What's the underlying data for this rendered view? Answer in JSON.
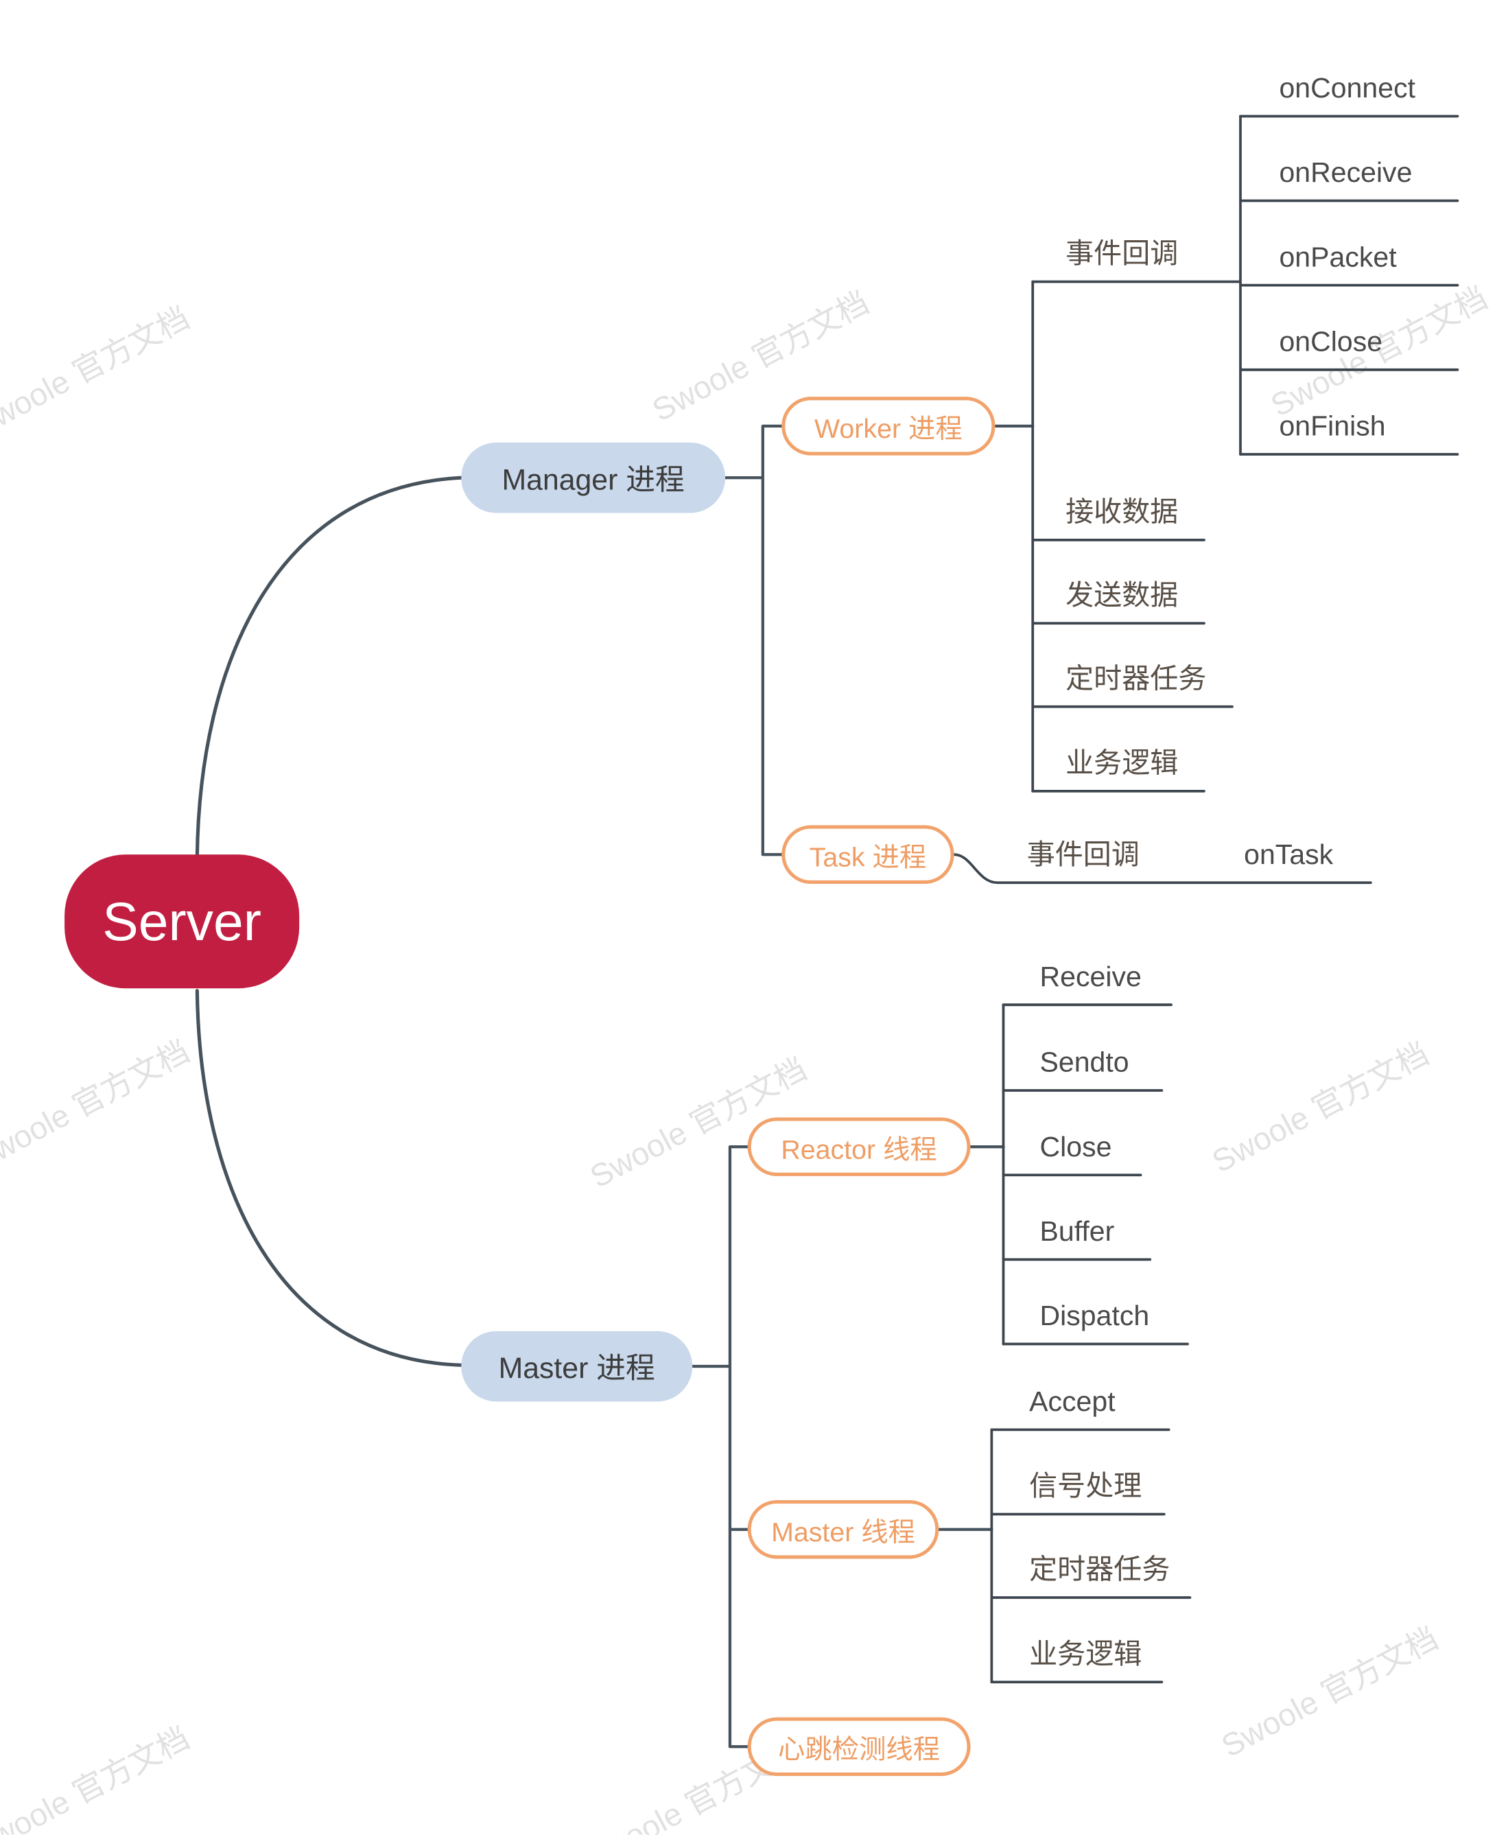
{
  "watermark": {
    "text": "Swoole 官方文档"
  },
  "colors": {
    "root_bg": "#c21e41",
    "root_text": "#ffffff",
    "process_bg": "#c9d8eb",
    "process_text": "#3c3c3c",
    "thread_border": "#f2a36c",
    "thread_text": "#ee9d64",
    "branch_line": "#46525c",
    "leaf_line": "#3d464e",
    "leaf_text": "#584f47"
  },
  "root": {
    "label": "Server"
  },
  "manager": {
    "label": "Manager 进程",
    "worker": {
      "label": "Worker 进程",
      "event_callback": {
        "label": "事件回调",
        "items": [
          "onConnect",
          "onReceive",
          "onPacket",
          "onClose",
          "onFinish"
        ]
      },
      "leaves": [
        "接收数据",
        "发送数据",
        "定时器任务",
        "业务逻辑"
      ]
    },
    "task": {
      "label": "Task 进程",
      "event_callback": {
        "label": "事件回调",
        "items": [
          "onTask"
        ]
      }
    }
  },
  "master": {
    "label": "Master 进程",
    "reactor": {
      "label": "Reactor 线程",
      "leaves": [
        "Receive",
        "Sendto",
        "Close",
        "Buffer",
        "Dispatch"
      ]
    },
    "master_thread": {
      "label": "Master 线程",
      "leaves": [
        "Accept",
        "信号处理",
        "定时器任务",
        "业务逻辑"
      ]
    },
    "heartbeat": {
      "label": "心跳检测线程"
    }
  }
}
